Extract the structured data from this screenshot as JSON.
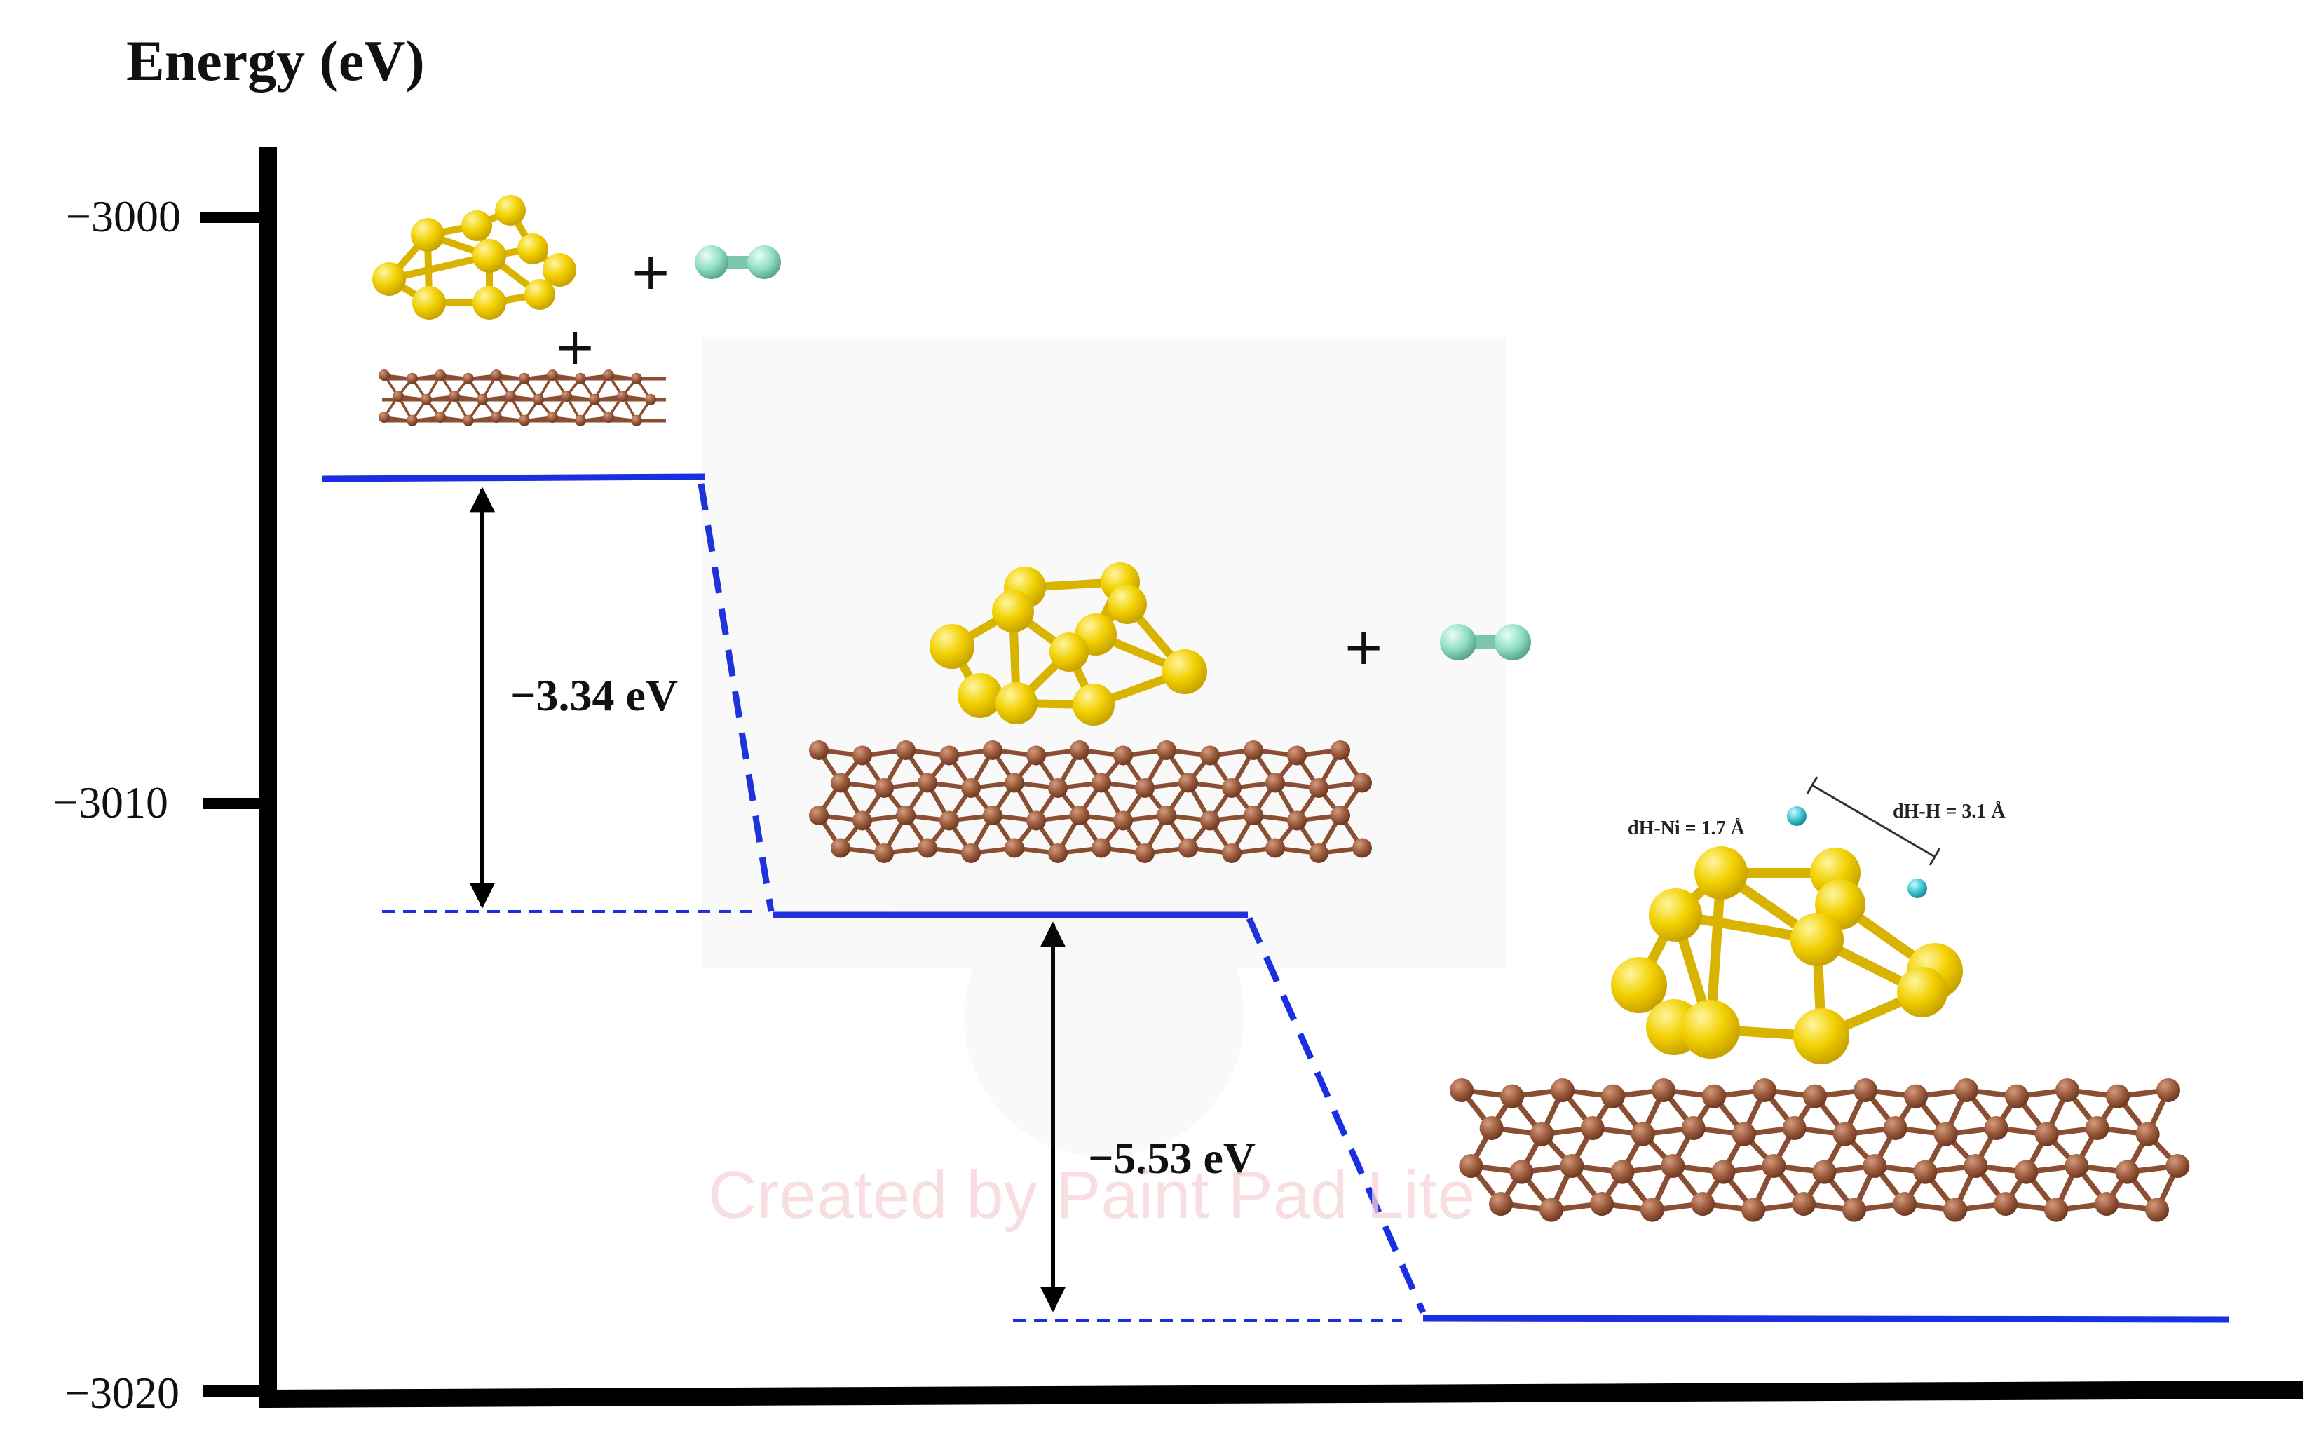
{
  "axis": {
    "title": "Energy (eV)",
    "ticks": [
      "−3000",
      "−3010",
      "−3020"
    ]
  },
  "levels": [
    {
      "state": "cluster-plus-substrate-plus-h2",
      "energy": -3004.5
    },
    {
      "state": "cluster-on-substrate-plus-h2",
      "energy": -3011.9
    },
    {
      "state": "h-adsorbed-on-cluster",
      "energy": -3018.8
    }
  ],
  "energy_differences": [
    {
      "label": "−3.34 eV",
      "value": -3.34
    },
    {
      "label": "−5.53 eV",
      "value": -5.53
    }
  ],
  "distances": {
    "h_ni": "dH-Ni = 1.7 Å",
    "h_h": "dH-H = 3.1 Å"
  },
  "plus_sign": "+",
  "watermark": "Created by Paint Pad Lite",
  "colors": {
    "level_line": "#1a2fe0",
    "gold_atom": "#f2d000",
    "gold_bond": "#d8b400",
    "carbon_atom": "#9a5a3c",
    "carbon_bond": "#8a4e32",
    "hydrogen_atom": "#8fdcc4",
    "axis": "#000000"
  }
}
